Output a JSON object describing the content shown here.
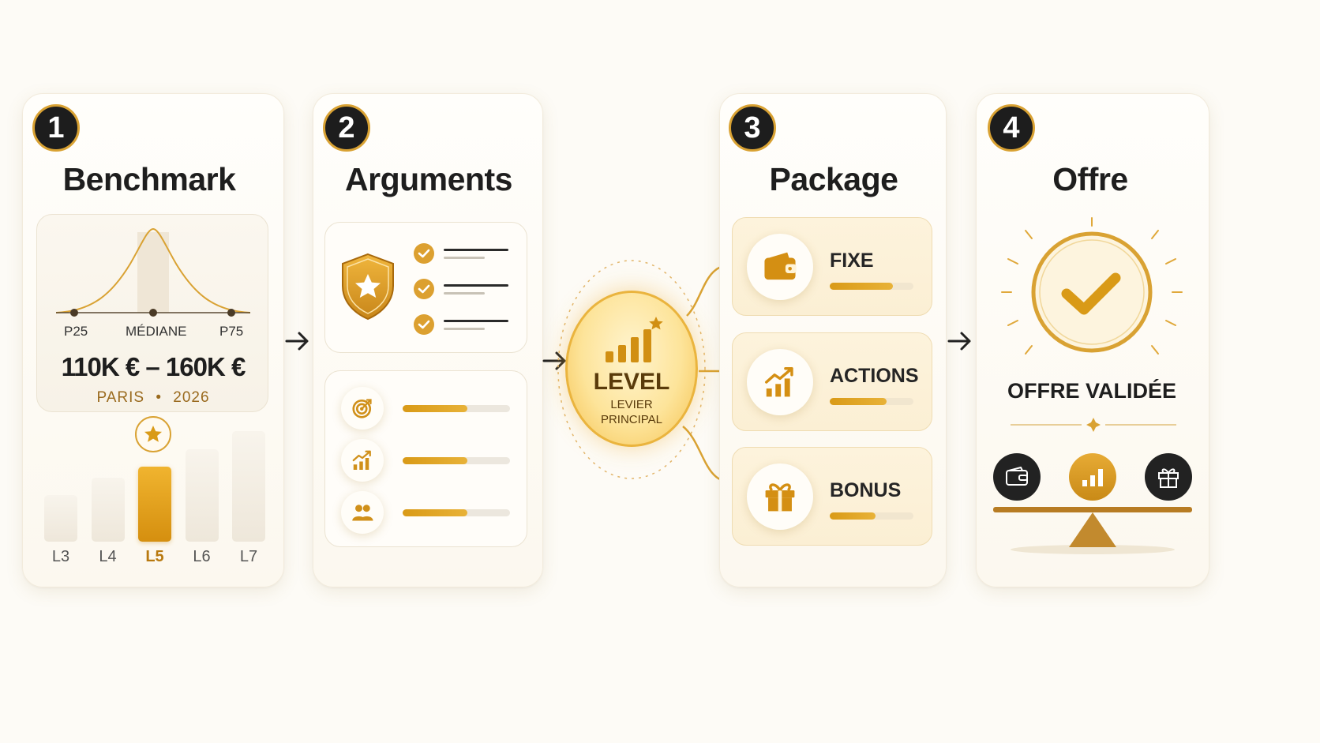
{
  "steps": [
    {
      "number": "1",
      "title": "Benchmark"
    },
    {
      "number": "2",
      "title": "Arguments"
    },
    {
      "number": "3",
      "title": "Package"
    },
    {
      "number": "4",
      "title": "Offre"
    }
  ],
  "benchmark": {
    "markers": [
      "P25",
      "MÉDIANE",
      "P75"
    ],
    "range": "110K € – 160K €",
    "location": "PARIS",
    "separator": "•",
    "year": "2026",
    "levels": [
      {
        "label": "L3",
        "value": 0.33
      },
      {
        "label": "L4",
        "value": 0.45
      },
      {
        "label": "L5",
        "value": 0.53,
        "highlight": true
      },
      {
        "label": "L6",
        "value": 0.65
      },
      {
        "label": "L7",
        "value": 0.78
      }
    ]
  },
  "arguments": {
    "checklist_count": 3,
    "progress": [
      {
        "icon": "target-icon",
        "value": 0.6
      },
      {
        "icon": "growth-chart-icon",
        "value": 0.6
      },
      {
        "icon": "team-icon",
        "value": 0.6
      }
    ]
  },
  "center": {
    "title": "LEVEL",
    "subtitle_line1": "LEVIER",
    "subtitle_line2": "PRINCIPAL"
  },
  "package": {
    "items": [
      {
        "label": "FIXE",
        "icon": "wallet-icon",
        "value": 0.75
      },
      {
        "label": "ACTIONS",
        "icon": "growth-chart-icon",
        "value": 0.68
      },
      {
        "label": "BONUS",
        "icon": "gift-icon",
        "value": 0.55
      }
    ]
  },
  "offer": {
    "status": "OFFRE VALIDÉE",
    "balance_icons": [
      "wallet-icon",
      "bar-chart-icon",
      "gift-icon"
    ]
  },
  "colors": {
    "gold": "#d9a233",
    "gold_dark": "#b8790f",
    "dark": "#1d1d1d",
    "background": "#fdfbf6"
  }
}
